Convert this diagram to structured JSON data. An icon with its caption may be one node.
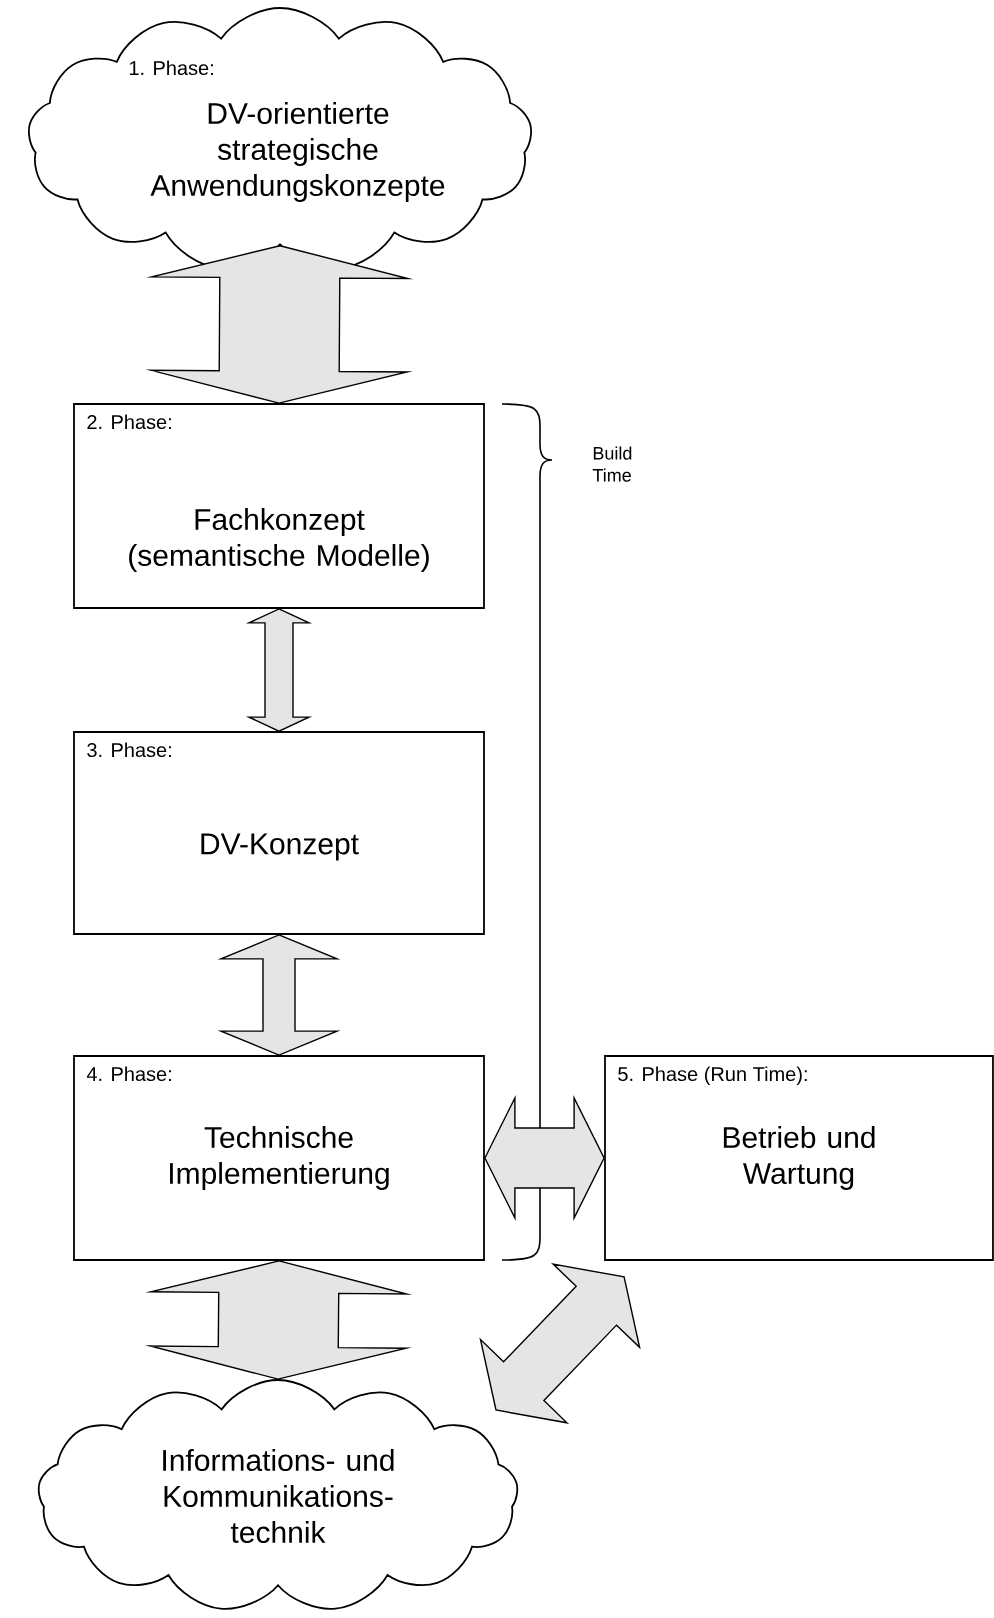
{
  "diagram": {
    "nodes": [
      {
        "text": [
          "1. Phase:",
          "DV-orientierte strategische Anwendungskonzepte"
        ]
      },
      {
        "text": [
          "2. Phase:",
          "Fachkonzept (semantische Modelle)"
        ]
      },
      {
        "text": [
          "3. Phase:",
          "DV-Konzept"
        ]
      },
      {
        "text": [
          "4. Phase:",
          "Technische Implementierung"
        ]
      },
      {
        "text": [
          "5. Phase (Run Time):",
          "Betrieb und Wartung"
        ]
      },
      {
        "text": [
          "Informations- und Kommunikations- technik"
        ]
      }
    ],
    "edges": [
      {
        "from": 0,
        "to": 1,
        "arrow": "both"
      },
      {
        "from": 1,
        "to": 2,
        "arrow": "both"
      },
      {
        "from": 2,
        "to": 3,
        "arrow": "both"
      },
      {
        "from": 3,
        "to": 4,
        "arrow": "both"
      },
      {
        "from": 3,
        "to": 5,
        "arrow": "both"
      },
      {
        "from": 5,
        "to": 4,
        "arrow": "both"
      }
    ],
    "labels": [
      "Build Time"
    ]
  }
}
